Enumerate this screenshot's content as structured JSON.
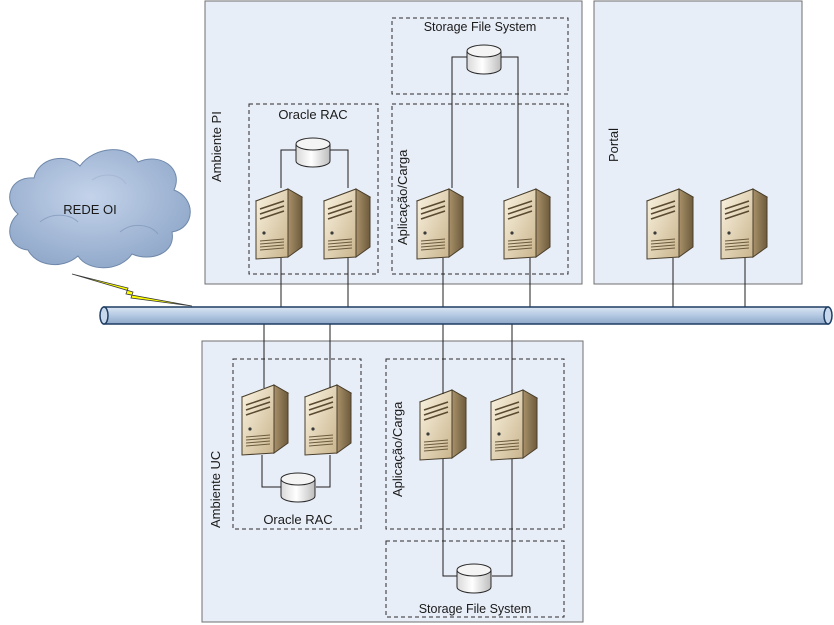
{
  "network": {
    "cloud_label": "REDE OI"
  },
  "ambiente_pi": {
    "label": "Ambiente PI",
    "oracle": "Oracle RAC",
    "app": "Aplicação/Carga",
    "storage": "Storage File System"
  },
  "portal": {
    "label": "Portal"
  },
  "ambiente_uc": {
    "label": "Ambiente UC",
    "oracle": "Oracle RAC",
    "app": "Aplicação/Carga",
    "storage": "Storage File System"
  },
  "icons": [
    "server-icon",
    "database-disk-icon",
    "cloud-icon",
    "lightning-link-icon"
  ],
  "colors": {
    "panel_fill": "#e8eef8",
    "bus_fill": "#b9cde6",
    "bus_stroke": "#1f3d63",
    "server_beige": "#e9dcc0",
    "lightning": "#ffff00"
  }
}
